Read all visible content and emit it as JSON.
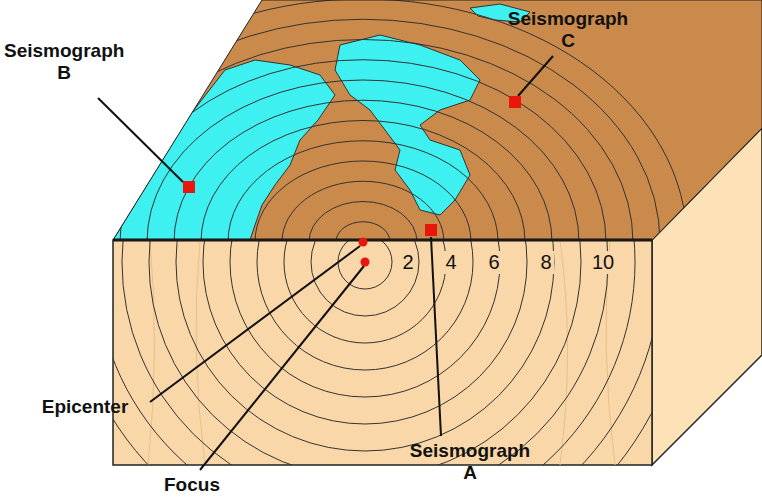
{
  "diagram": {
    "labels": [
      "Seismograph C",
      "Seismograph B",
      "2",
      "4",
      "6",
      "8",
      "10",
      "Epicenter",
      "Seismograph A",
      "Focus"
    ]
  }
}
